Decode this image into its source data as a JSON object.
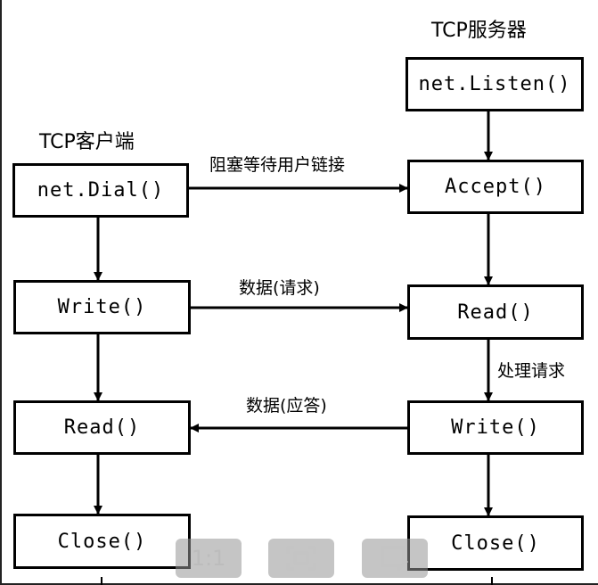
{
  "client": {
    "title": "TCP客户端",
    "boxes": [
      "net.Dial()",
      "Write()",
      "Read()",
      "Close()"
    ]
  },
  "server": {
    "title": "TCP服务器",
    "boxes": [
      "net.Listen()",
      "Accept()",
      "Read()",
      "Write()",
      "Close()"
    ]
  },
  "edges": {
    "blocking_wait": "阻塞等待用户链接",
    "data_request": "数据(请求)",
    "handle_request": "处理请求",
    "data_response": "数据(应答)"
  },
  "viewer_toolbar": {
    "actual_size_label": "1:1",
    "fit_icon": "fit-screen-icon",
    "edit_icon": "edit-image-icon"
  }
}
